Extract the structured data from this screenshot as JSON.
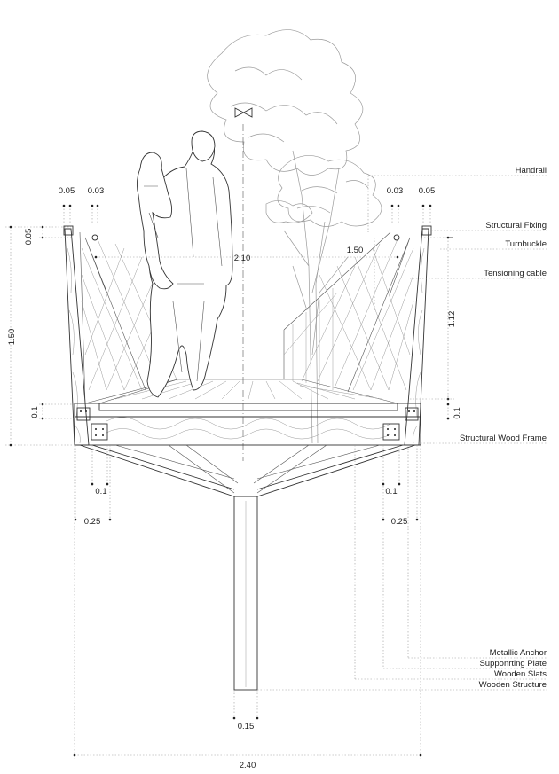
{
  "dimensions": {
    "top_left_005": "0.05",
    "top_left_003": "0.03",
    "top_right_003": "0.03",
    "top_right_005": "0.05",
    "left_005_vertical": "0.05",
    "left_150": "1.50",
    "left_01": "0.1",
    "center_210": "2.10",
    "right_150": "1.50",
    "right_112": "1.12",
    "right_01": "0.1",
    "bottom_left_01": "0.1",
    "bottom_left_025": "0.25",
    "bottom_right_01": "0.1",
    "bottom_right_025": "0.25",
    "bottom_015": "0.15",
    "bottom_240": "2.40"
  },
  "labels": {
    "handrail": "Handrail",
    "structural_fixing": "Structural Fixing",
    "turnbuckle": "Turnbuckle",
    "tensioning_cable": "Tensioning cable",
    "structural_wood_frame": "Structural Wood Frame",
    "metallic_anchor": "Metallic Anchor",
    "supporting_plate": "Supponrting Plate",
    "wooden_slats": "Wooden Slats",
    "wooden_structure": "Wooden Structure"
  },
  "colors": {
    "line": "#333333",
    "dimension": "#9a9a9a",
    "tree": "#9b9b9b",
    "background": "#ffffff"
  },
  "icons": {
    "north_arrow": "bowtie-direction-icon"
  }
}
